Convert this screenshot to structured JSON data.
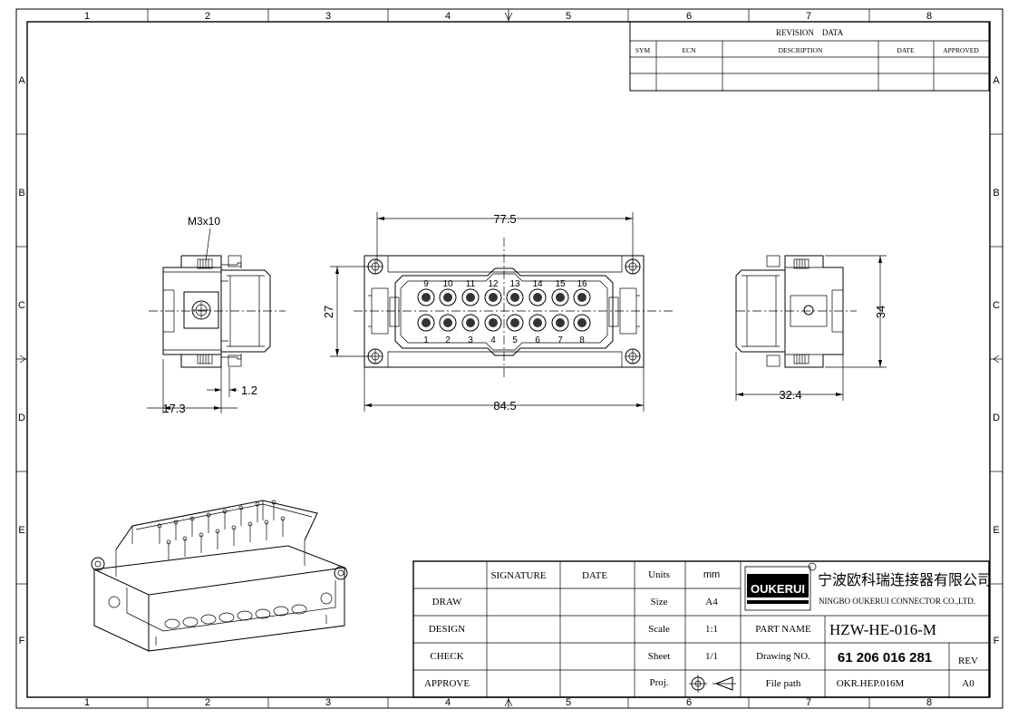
{
  "border": {
    "top_columns": [
      "1",
      "2",
      "3",
      "4",
      "5",
      "6",
      "7",
      "8"
    ],
    "bottom_columns": [
      "1",
      "2",
      "3",
      "4",
      "5",
      "6",
      "7",
      "8"
    ],
    "rows": [
      "A",
      "B",
      "C",
      "D",
      "E",
      "F"
    ]
  },
  "revision": {
    "title": "REVISION    DATA",
    "headers": [
      "SYM",
      "ECN",
      "DESCRIPTION",
      "DATE",
      "APPROVED"
    ]
  },
  "dimensions": {
    "screw": "M3x10",
    "side_width": "17.3",
    "flange": "1.2",
    "front_width": "77.5",
    "front_height": "27",
    "overall_width": "84.5",
    "right_height": "34",
    "right_width": "32.4"
  },
  "pins": {
    "top": [
      "9",
      "10",
      "11",
      "12",
      "13",
      "14",
      "15",
      "16"
    ],
    "bottom": [
      "1",
      "2",
      "3",
      "4",
      "5",
      "6",
      "7",
      "8"
    ]
  },
  "title_block": {
    "col_signature": "SIGNATURE",
    "col_date": "DATE",
    "rows": [
      "DRAW",
      "DESIGN",
      "CHECK",
      "APPROVE"
    ],
    "units_label": "Units",
    "units_value": "mm",
    "size_label": "Size",
    "size_value": "A4",
    "scale_label": "Scale",
    "scale_value": "1:1",
    "sheet_label": "Sheet",
    "sheet_value": "1/1",
    "proj_label": "Proj.",
    "logo_text": "OUKERUI",
    "company_cn": "宁波欧科瑞连接器有限公司",
    "company_en": "NINGBO OUKERUI CONNECTOR CO.,LTD.",
    "part_name_label": "PART NAME",
    "part_name_value": "HZW-HE-016-M",
    "drawing_no_label": "Drawing NO.",
    "drawing_no_value": "61 206 016 281",
    "rev_label": "REV",
    "file_path_label": "File path",
    "file_path_value": "OKR.HEP.016M",
    "rev_value": "A0"
  }
}
